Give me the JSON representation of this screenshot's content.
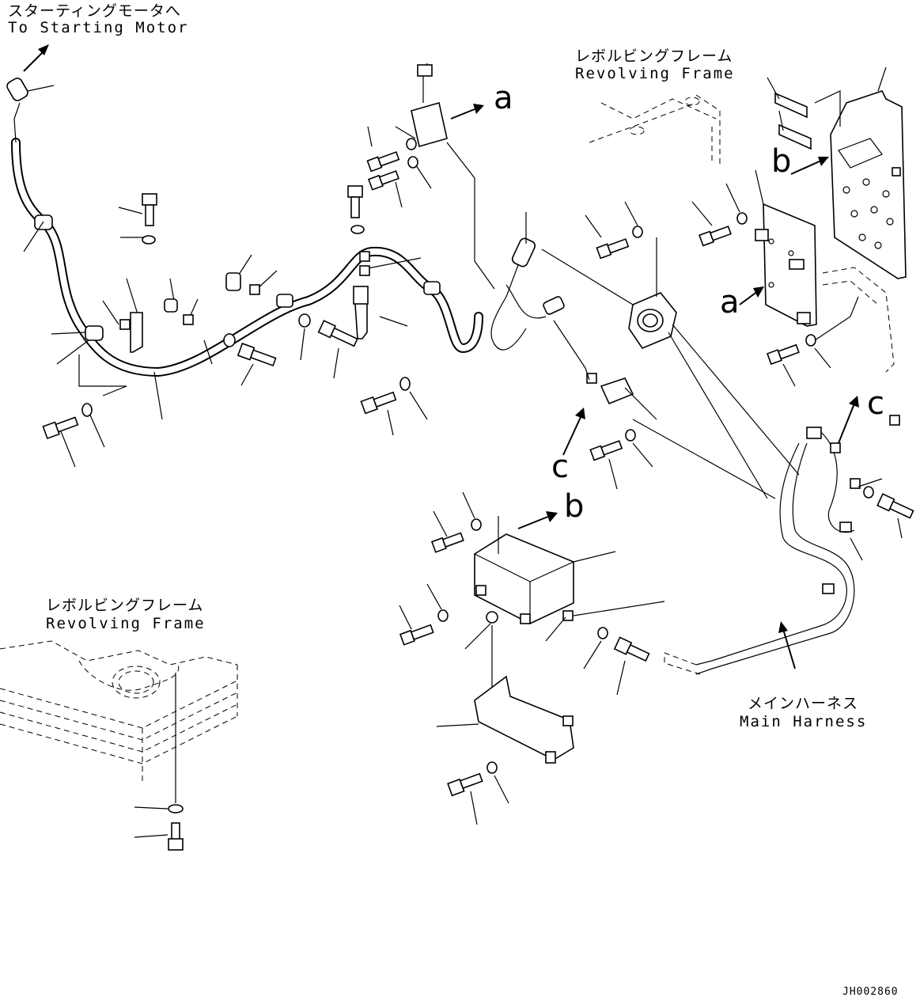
{
  "labels": {
    "to_starting_motor_jp": "スターティングモータへ",
    "to_starting_motor_en": "To Starting Motor",
    "revolving_frame_top_jp": "レボルビングフレーム",
    "revolving_frame_top_en": "Revolving Frame",
    "revolving_frame_left_jp": "レボルビングフレーム",
    "revolving_frame_left_en": "Revolving Frame",
    "main_harness_jp": "メインハーネス",
    "main_harness_en": "Main Harness",
    "ref_a_top": "a",
    "ref_a_panel": "a",
    "ref_b_panel": "b",
    "ref_b_box": "b",
    "ref_c_harness": "c",
    "ref_c_relay": "c",
    "drawing_code": "JH002860"
  }
}
